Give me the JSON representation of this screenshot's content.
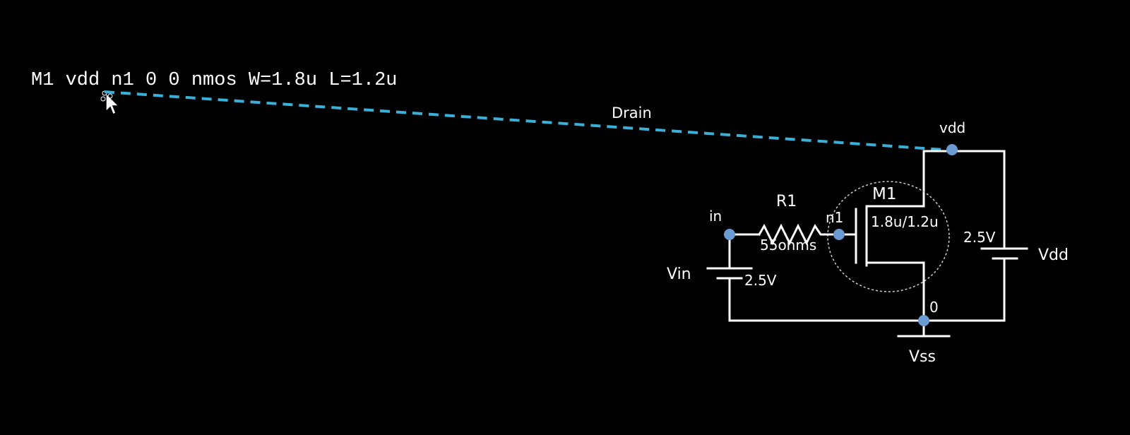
{
  "spice_line": "M1 vdd n1 0 0 nmos W=1.8u L=1.2u",
  "annotation": {
    "label": "Drain",
    "color": "#3ab0d8"
  },
  "node_color": "#6b9bd3",
  "circuit": {
    "nodes": {
      "vdd": "vdd",
      "in": "in",
      "n1": "n1",
      "ground": "0"
    },
    "resistor": {
      "name": "R1",
      "value": "55ohms"
    },
    "transistor": {
      "name": "M1",
      "size": "1.8u/1.2u"
    },
    "source_in": {
      "name": "Vin",
      "value": "2.5V"
    },
    "source_dd": {
      "name": "Vdd",
      "value": "2.5V"
    },
    "ground_label": "Vss"
  }
}
